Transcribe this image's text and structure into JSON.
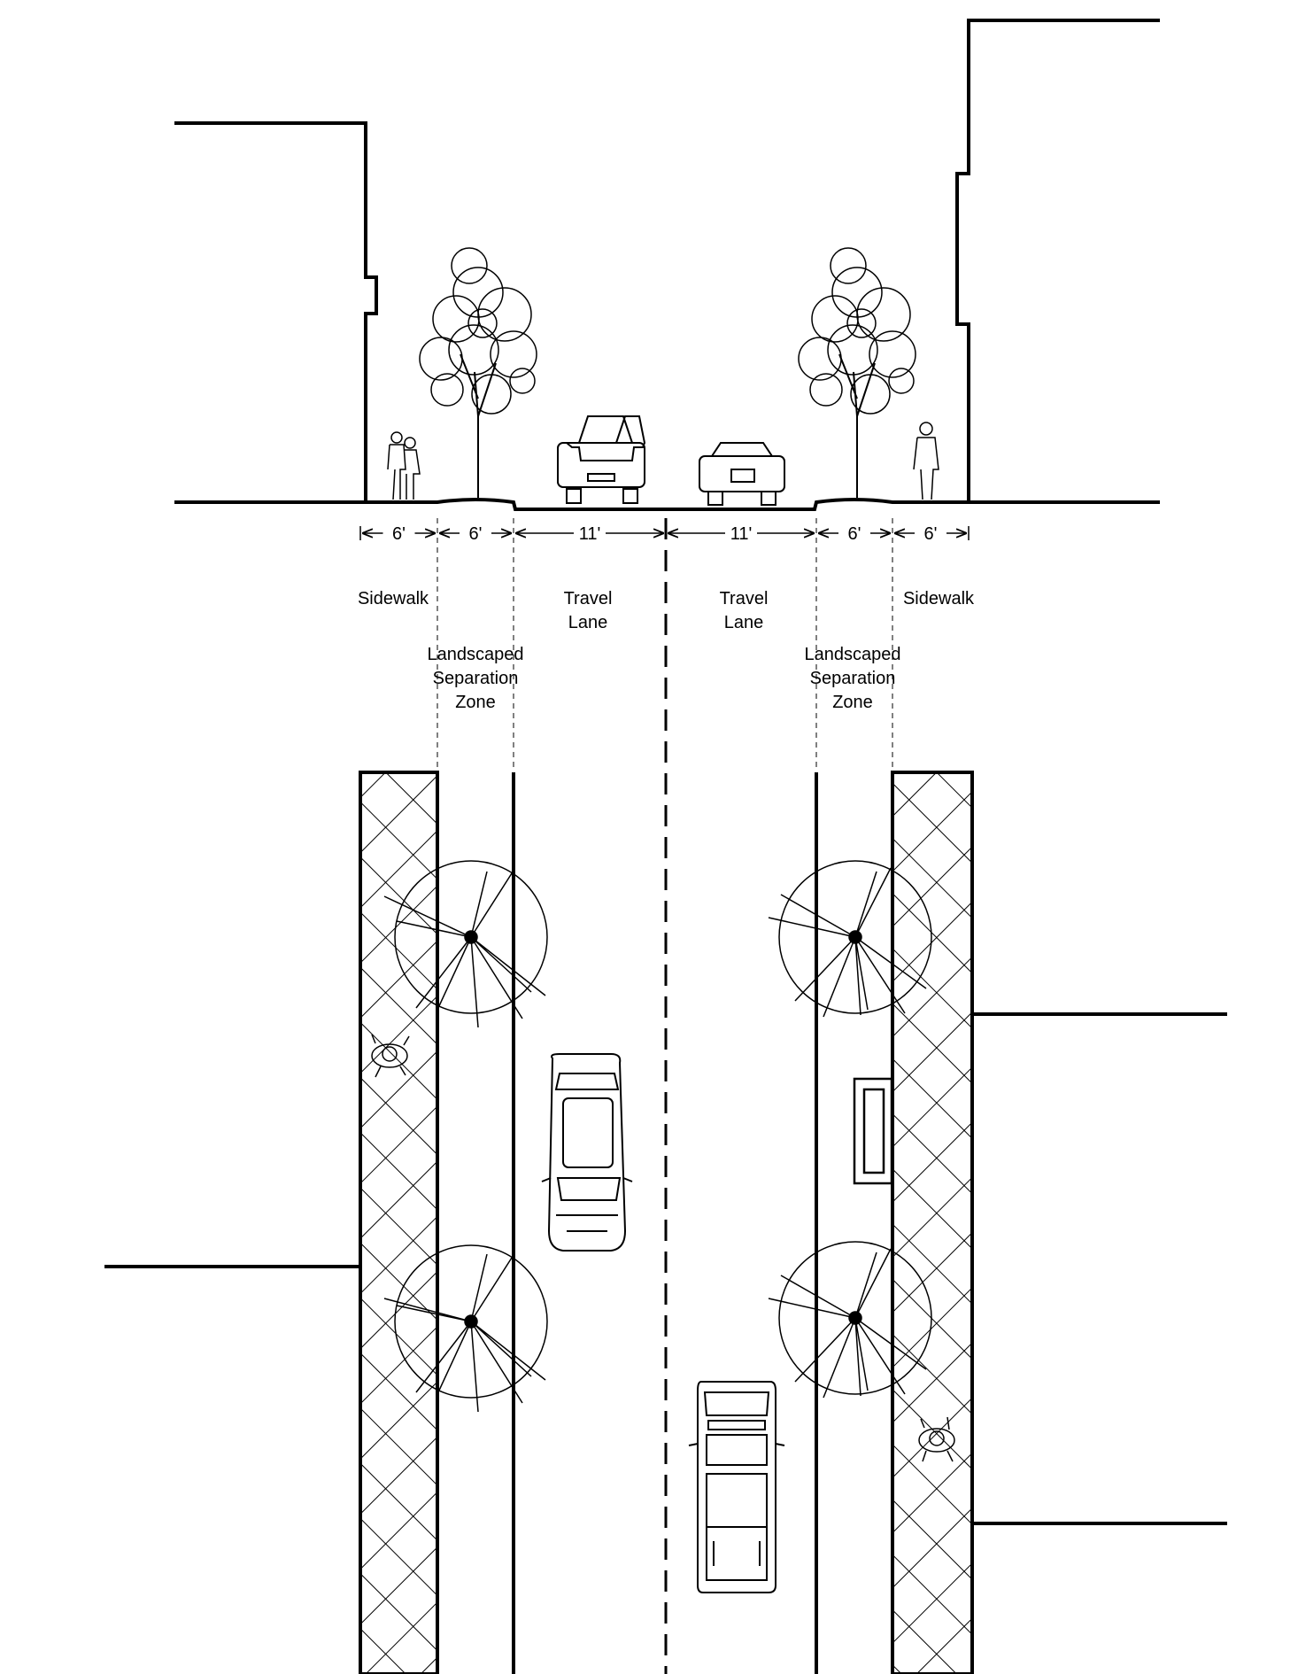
{
  "diagram": {
    "dimensions": [
      "6'",
      "6'",
      "11'",
      "11'",
      "6'",
      "6'"
    ],
    "zones": [
      {
        "key": "sidewalk-left",
        "lines": [
          "Sidewalk"
        ]
      },
      {
        "key": "landscape-left",
        "lines": [
          "Landscaped",
          "Separation",
          "Zone"
        ]
      },
      {
        "key": "travel-left",
        "lines": [
          "Travel",
          "Lane"
        ]
      },
      {
        "key": "travel-right",
        "lines": [
          "Travel",
          "Lane"
        ]
      },
      {
        "key": "landscape-right",
        "lines": [
          "Landscaped",
          "Separation",
          "Zone"
        ]
      },
      {
        "key": "sidewalk-right",
        "lines": [
          "Sidewalk"
        ]
      }
    ]
  },
  "colors": {
    "ink": "#000000",
    "paper": "#ffffff"
  }
}
